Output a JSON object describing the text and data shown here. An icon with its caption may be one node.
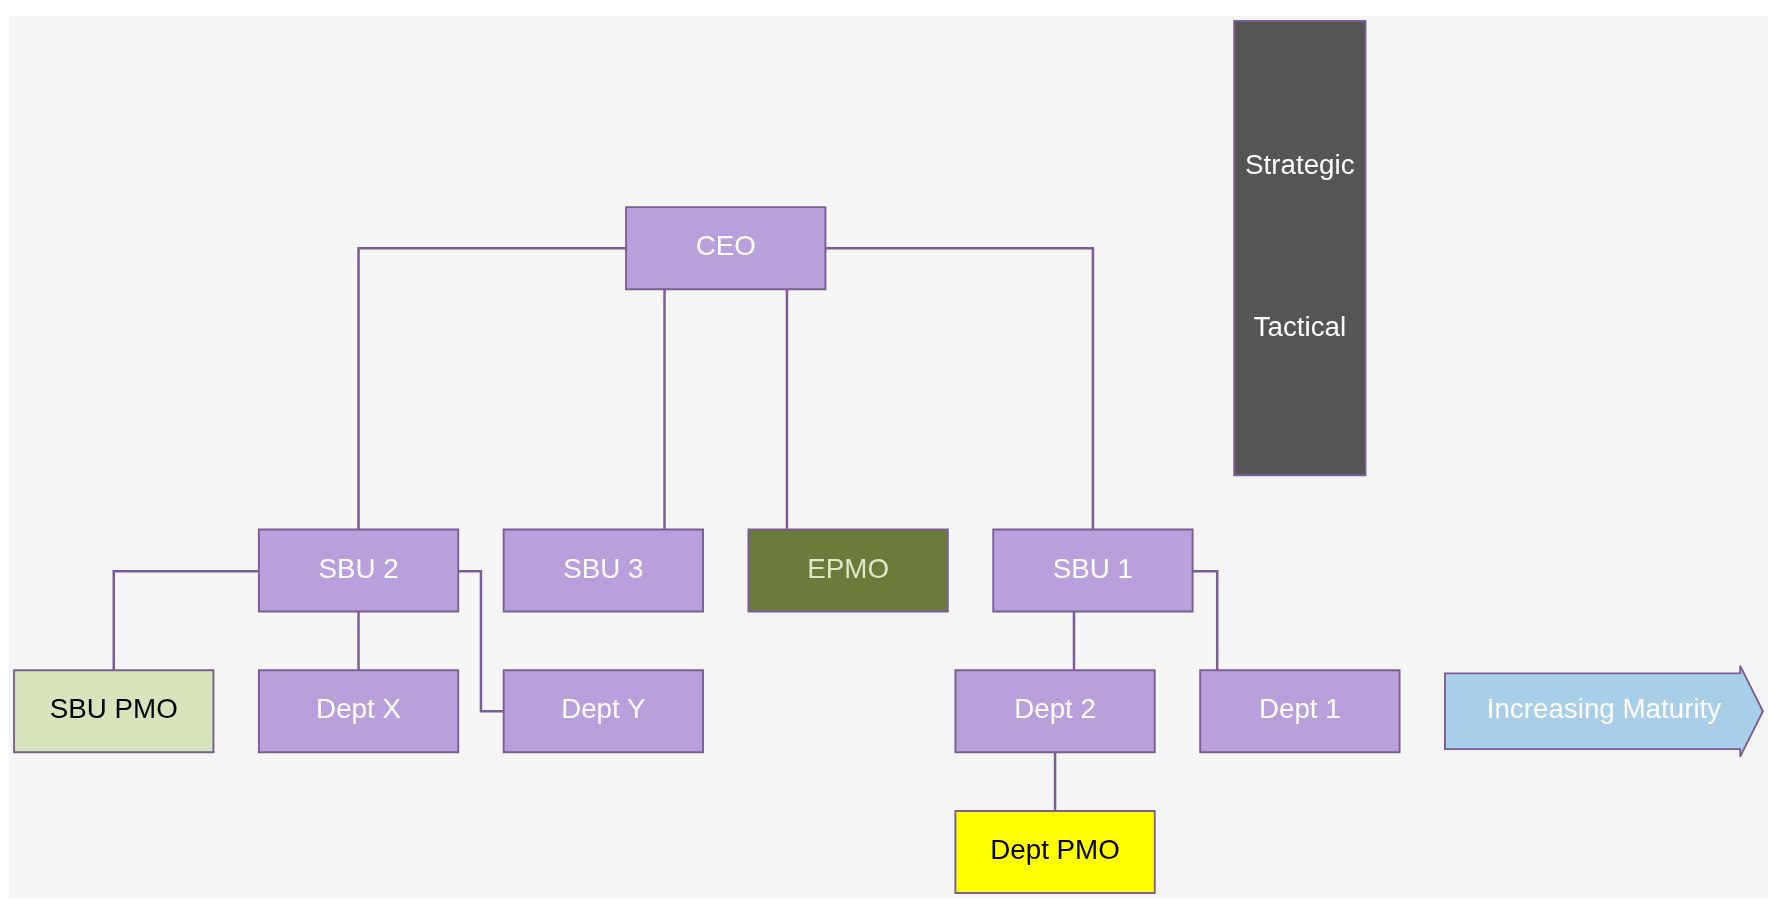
{
  "diagram": {
    "nodes": [
      {
        "text": [
          "CEO"
        ]
      },
      {
        "text": [
          "SBU 1"
        ]
      },
      {
        "text": [
          "SBU 2"
        ]
      },
      {
        "text": [
          "SBU 3"
        ]
      },
      {
        "text": [
          "EPMO"
        ]
      },
      {
        "text": [
          "Dept 1"
        ]
      },
      {
        "text": [
          "Dept 2"
        ]
      },
      {
        "text": [
          "Dept PMO"
        ]
      },
      {
        "text": [
          "SBU PMO"
        ]
      },
      {
        "text": [
          "Dept X"
        ]
      },
      {
        "text": [
          "Dept Y"
        ]
      },
      {
        "text": [
          "Strategic",
          "Tactical"
        ]
      },
      {
        "text": [
          "Increasing Maturity"
        ]
      }
    ],
    "edges": [
      {
        "from": 0,
        "to": 1,
        "arrow": "none"
      },
      {
        "from": 0,
        "to": 2,
        "arrow": "none"
      },
      {
        "from": 0,
        "to": 3,
        "arrow": "none"
      },
      {
        "from": 0,
        "to": 4,
        "arrow": "none"
      },
      {
        "from": 1,
        "to": 5,
        "arrow": "none"
      },
      {
        "from": 1,
        "to": 6,
        "arrow": "none"
      },
      {
        "from": 6,
        "to": 7,
        "arrow": "none"
      },
      {
        "from": 2,
        "to": 8,
        "arrow": "none"
      },
      {
        "from": 2,
        "to": 9,
        "arrow": "none"
      },
      {
        "from": 2,
        "to": 10,
        "arrow": "none"
      }
    ]
  }
}
